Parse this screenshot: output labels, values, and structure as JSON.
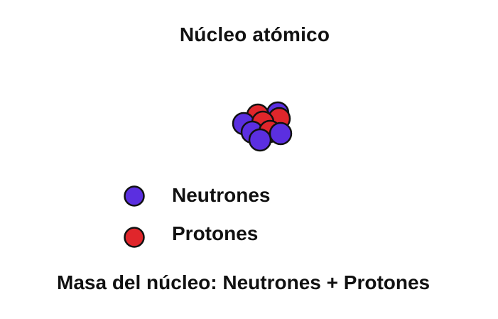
{
  "title": "Núcleo atómico",
  "colors": {
    "neutron": "#5b2fe0",
    "proton": "#e0262b",
    "outline": "#111111"
  },
  "nucleus": {
    "particles": [
      {
        "type": "neutron"
      },
      {
        "type": "proton"
      },
      {
        "type": "neutron"
      },
      {
        "type": "proton"
      },
      {
        "type": "proton"
      },
      {
        "type": "neutron"
      },
      {
        "type": "proton"
      },
      {
        "type": "neutron"
      },
      {
        "type": "neutron"
      }
    ]
  },
  "legend": {
    "items": [
      {
        "label": "Neutrones",
        "type": "neutron"
      },
      {
        "label": "Protones",
        "type": "proton"
      }
    ]
  },
  "formula": "Masa del núcleo: Neutrones + Protones"
}
